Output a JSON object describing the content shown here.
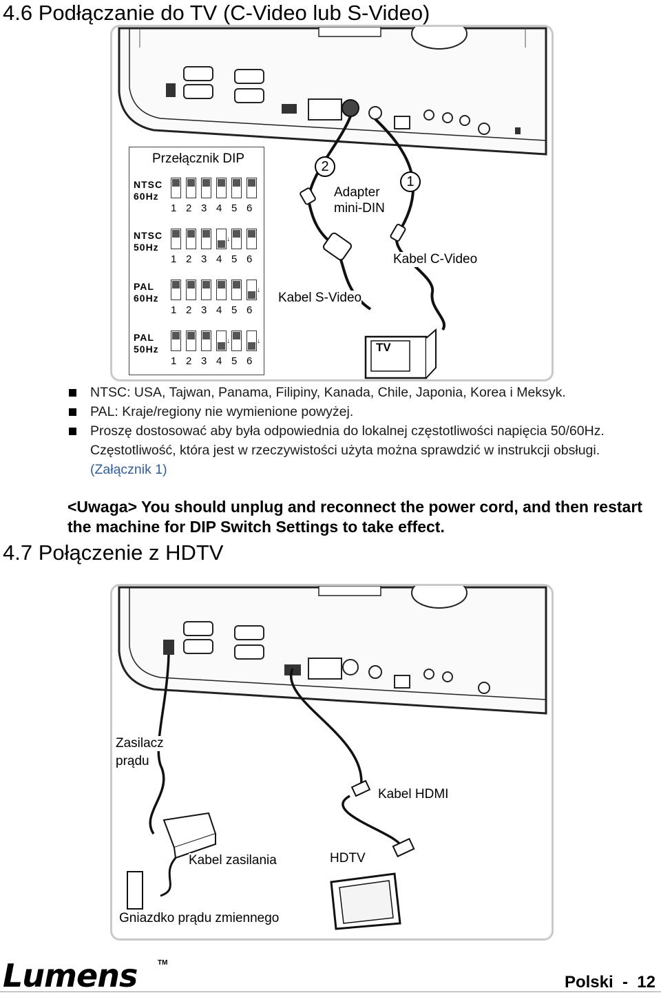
{
  "section1": {
    "title": "4.6 Podłączanie do TV (C-Video lub S-Video)",
    "dip_label": "Przełącznik DIP",
    "modes": [
      {
        "line1": "NTSC",
        "line2": "60Hz",
        "knobs": [
          "up",
          "up",
          "up",
          "up",
          "up",
          "up"
        ]
      },
      {
        "line1": "NTSC",
        "line2": "50Hz",
        "knobs": [
          "up",
          "up",
          "up",
          "dn",
          "up",
          "up"
        ]
      },
      {
        "line1": "PAL",
        "line2": "60Hz",
        "knobs": [
          "up",
          "up",
          "up",
          "up",
          "up",
          "dn"
        ]
      },
      {
        "line1": "PAL",
        "line2": "50Hz",
        "knobs": [
          "up",
          "up",
          "up",
          "dn",
          "up",
          "dn"
        ]
      }
    ],
    "switch_numbers": [
      "1",
      "2",
      "3",
      "4",
      "5",
      "6"
    ],
    "step2": "2",
    "step1": "1",
    "adapter_line1": "Adapter",
    "adapter_line2": "mini-DIN",
    "cvideo_label": "Kabel C-Video",
    "svideo_label": "Kabel S-Video",
    "tv_label": "TV"
  },
  "bullets": [
    {
      "text": "NTSC: USA, Tajwan, Panama, Filipiny, Kanada, Chile, Japonia, Korea i Meksyk."
    },
    {
      "text": "PAL: Kraje/regiony nie wymienione powyżej."
    },
    {
      "text": "Proszę dostosować aby była odpowiednia do lokalnej częstotliwości napięcia 50/60Hz. Częstotliwość, która jest w rzeczywistości użyta można sprawdzić w instrukcji obsługi. ",
      "link": "(Załącznik 1)"
    }
  ],
  "note": "<Uwaga> You should unplug and reconnect the power cord, and then restart the machine for DIP Switch Settings to take effect.",
  "section2": {
    "title": "4.7 Połączenie z HDTV",
    "adapter_line1": "Zasilacz",
    "adapter_line2": "prądu",
    "hdmi_label": "Kabel HDMI",
    "power_cable_label": "Kabel zasilania",
    "hdtv_label": "HDTV",
    "outlet_label": "Gniazdko prądu zmiennego"
  },
  "footer": {
    "logo": "Lumens",
    "tm": "TM",
    "page_label": "Polski  -  12"
  }
}
